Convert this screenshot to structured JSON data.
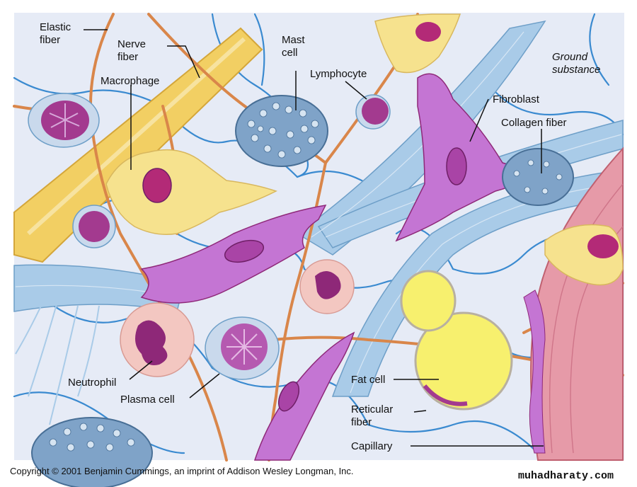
{
  "labels": {
    "elastic_fiber": "Elastic\nfiber",
    "nerve_fiber": "Nerve\nfiber",
    "macrophage": "Macrophage",
    "mast_cell": "Mast\ncell",
    "lymphocyte": "Lymphocyte",
    "ground_substance": "Ground\nsubstance",
    "fibroblast": "Fibroblast",
    "collagen_fiber": "Collagen fiber",
    "neutrophil": "Neutrophil",
    "plasma_cell": "Plasma cell",
    "fat_cell": "Fat cell",
    "reticular_fiber": "Reticular\nfiber",
    "capillary": "Capillary"
  },
  "footer": {
    "copyright": "Copyright © 2001 Benjamin Cummings, an imprint of Addison Wesley Longman, Inc.",
    "watermark": "muhadharaty.com"
  },
  "colors": {
    "background": "#e6ebf6",
    "reticular": "#3a8ad0",
    "elastic": "#d9864a",
    "nerve": "#f2cf63",
    "collagen": "#a9cbe8",
    "fibroblast": "#c475d3",
    "nucleus": "#8e2878",
    "macrophage": "#f6e28e",
    "mast_cell": "#7fa3c8",
    "neutrophil": "#f3c7c1",
    "fat_cell": "#f7f06e",
    "capillary": "#e69aa8"
  }
}
